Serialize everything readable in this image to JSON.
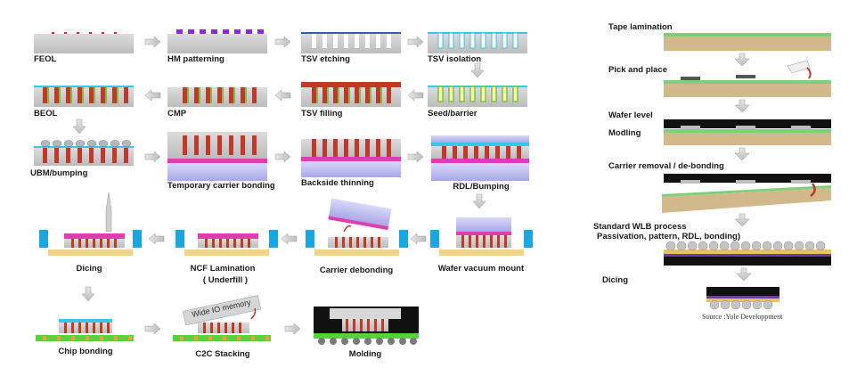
{
  "left_flow": {
    "row1": [
      "FEOL",
      "HM patterning",
      "TSV etching",
      "TSV isolation"
    ],
    "row2": [
      "BEOL",
      "CMP",
      "TSV filling",
      "Seed/barrier"
    ],
    "row3": [
      "UBM/bumping",
      "Temporary carrier bonding",
      "Backside thinning",
      "RDL/Bumping"
    ],
    "row4": [
      "Dicing",
      "NCF Lamination",
      "( Underfill )",
      "Carrier debonding",
      "Wafer vacuum mount"
    ],
    "row5": [
      "Chip bonding",
      "C2C Stacking",
      "Molding"
    ],
    "wide_io_label": "Wide IO memory"
  },
  "right_flow": {
    "steps": [
      "Tape lamination",
      "Pick and place",
      "Wafer level",
      "Modling",
      "Carrier removal / de-bonding",
      "Standard WLB process",
      "Passivation, pattern, RDL, bonding)",
      "Dicing"
    ],
    "source": "Source :Yole Developpment"
  },
  "colors": {
    "silicon": "#c9c9c9",
    "tsv": "#c0392b",
    "via_green": "#7cc242",
    "carrier": "#b8b8ee",
    "magenta": "#e03cb4",
    "blue_chuck": "#1aa6e0",
    "substrate_green": "#59d13c",
    "tan": "#d2b98c"
  }
}
